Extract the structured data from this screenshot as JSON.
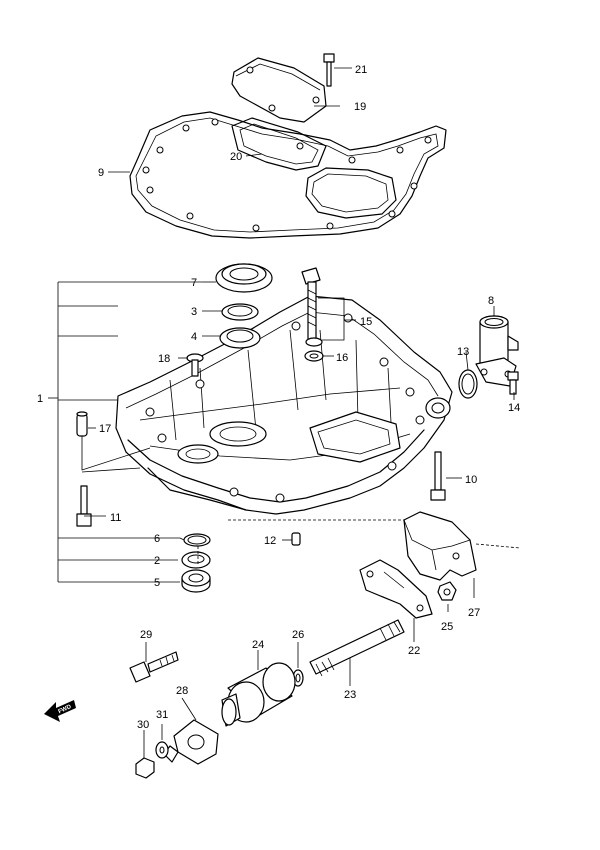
{
  "diagram": {
    "callouts": {
      "n1": "1",
      "n2": "2",
      "n3": "3",
      "n4": "4",
      "n5": "5",
      "n6": "6",
      "n7": "7",
      "n8": "8",
      "n9": "9",
      "n10": "10",
      "n11": "11",
      "n12": "12",
      "n13": "13",
      "n14": "14",
      "n15": "15",
      "n16": "16",
      "n17": "17",
      "n18": "18",
      "n19": "19",
      "n20": "20",
      "n21": "21",
      "n22": "22",
      "n23": "23",
      "n24": "24",
      "n25": "25",
      "n26": "26",
      "n27": "27",
      "n28": "28",
      "n29": "29",
      "n30": "30",
      "n31": "31"
    },
    "direction_arrow": "FWD"
  }
}
